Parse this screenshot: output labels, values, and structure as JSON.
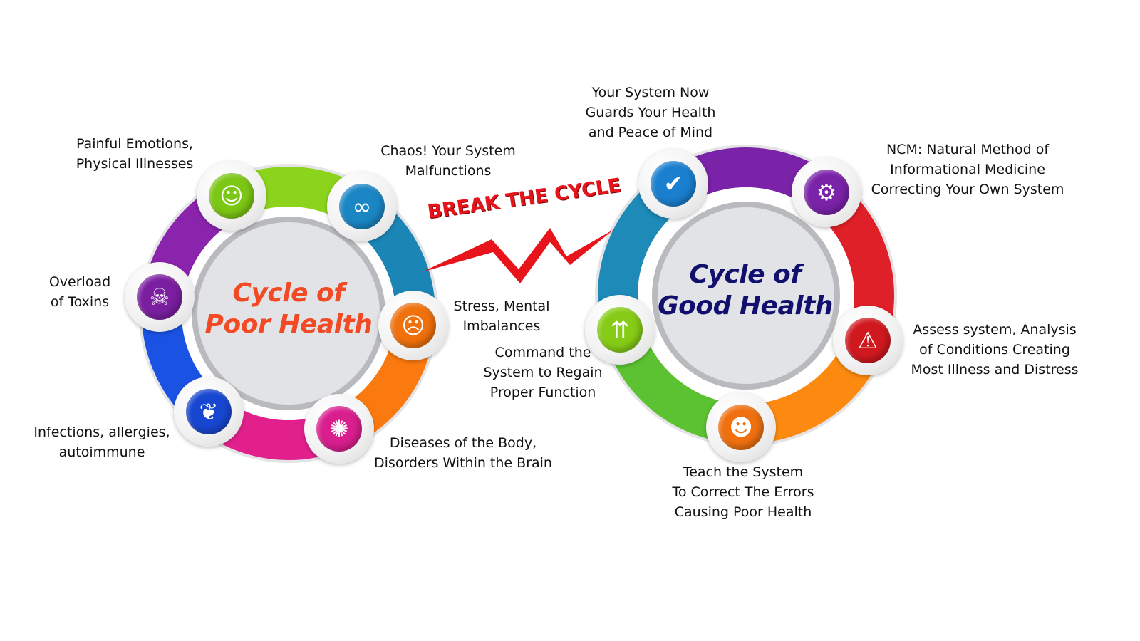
{
  "break_label": "BREAK THE CYCLE",
  "poor": {
    "title": [
      "Cycle of",
      "Poor Health"
    ],
    "title_color": "#f24a25",
    "nodes": [
      {
        "icon": "head-emotions-icon",
        "glyph": "☺",
        "color": "#7cc614",
        "label": [
          "Painful Emotions,",
          "Physical Illnesses"
        ]
      },
      {
        "icon": "tangled-thoughts-icon",
        "glyph": "∞",
        "color": "#1a86c4",
        "label": [
          "Chaos! Your System",
          "Malfunctions"
        ]
      },
      {
        "icon": "stressed-brain-icon",
        "glyph": "☹",
        "color": "#f0700c",
        "label": [
          "Stress, Mental",
          "Imbalances"
        ]
      },
      {
        "icon": "virus-icon",
        "glyph": "✺",
        "color": "#d91e8e",
        "label": [
          "Diseases of the Body,",
          "Disorders Within the Brain"
        ]
      },
      {
        "icon": "lungs-icon",
        "glyph": "❦",
        "color": "#1746d0",
        "label": [
          "Infections, allergies,",
          "autoimmune"
        ]
      },
      {
        "icon": "skull-crossbones-icon",
        "glyph": "☠",
        "color": "#7a1fa0",
        "label": [
          "Overload",
          "of Toxins"
        ]
      }
    ],
    "segment_colors": [
      "#8cd41c",
      "#1b86b6",
      "#fb7a10",
      "#e2208c",
      "#1a52e4",
      "#8a24ad"
    ]
  },
  "good": {
    "title": [
      "Cycle of",
      "Good Health"
    ],
    "title_color": "#12106e",
    "nodes": [
      {
        "icon": "shield-check-icon",
        "glyph": "✔",
        "color": "#1a7fcf",
        "label": [
          "Your System Now",
          "Guards Your Health",
          "and Peace of Mind"
        ]
      },
      {
        "icon": "monitor-gear-icon",
        "glyph": "⚙",
        "color": "#7a22a8",
        "label": [
          "NCM: Natural Method of",
          "Informational Medicine",
          "Correcting Your Own System"
        ]
      },
      {
        "icon": "warning-icon",
        "glyph": "⚠",
        "color": "#d0181f",
        "label": [
          "Assess system, Analysis",
          "of Conditions Creating",
          "Most Illness and Distress"
        ]
      },
      {
        "icon": "user-gear-icon",
        "glyph": "☻",
        "color": "#f07010",
        "label": [
          "Teach the System",
          "To Correct The Errors",
          "Causing Poor Health"
        ]
      },
      {
        "icon": "head-arrows-icon",
        "glyph": "⇈",
        "color": "#86cc16",
        "label": [
          "Command the",
          "System to Regain",
          "Proper Function"
        ]
      }
    ],
    "segment_colors": [
      "#7a22a8",
      "#e02028",
      "#fc8a10",
      "#5cc232",
      "#1e8ab8"
    ]
  }
}
